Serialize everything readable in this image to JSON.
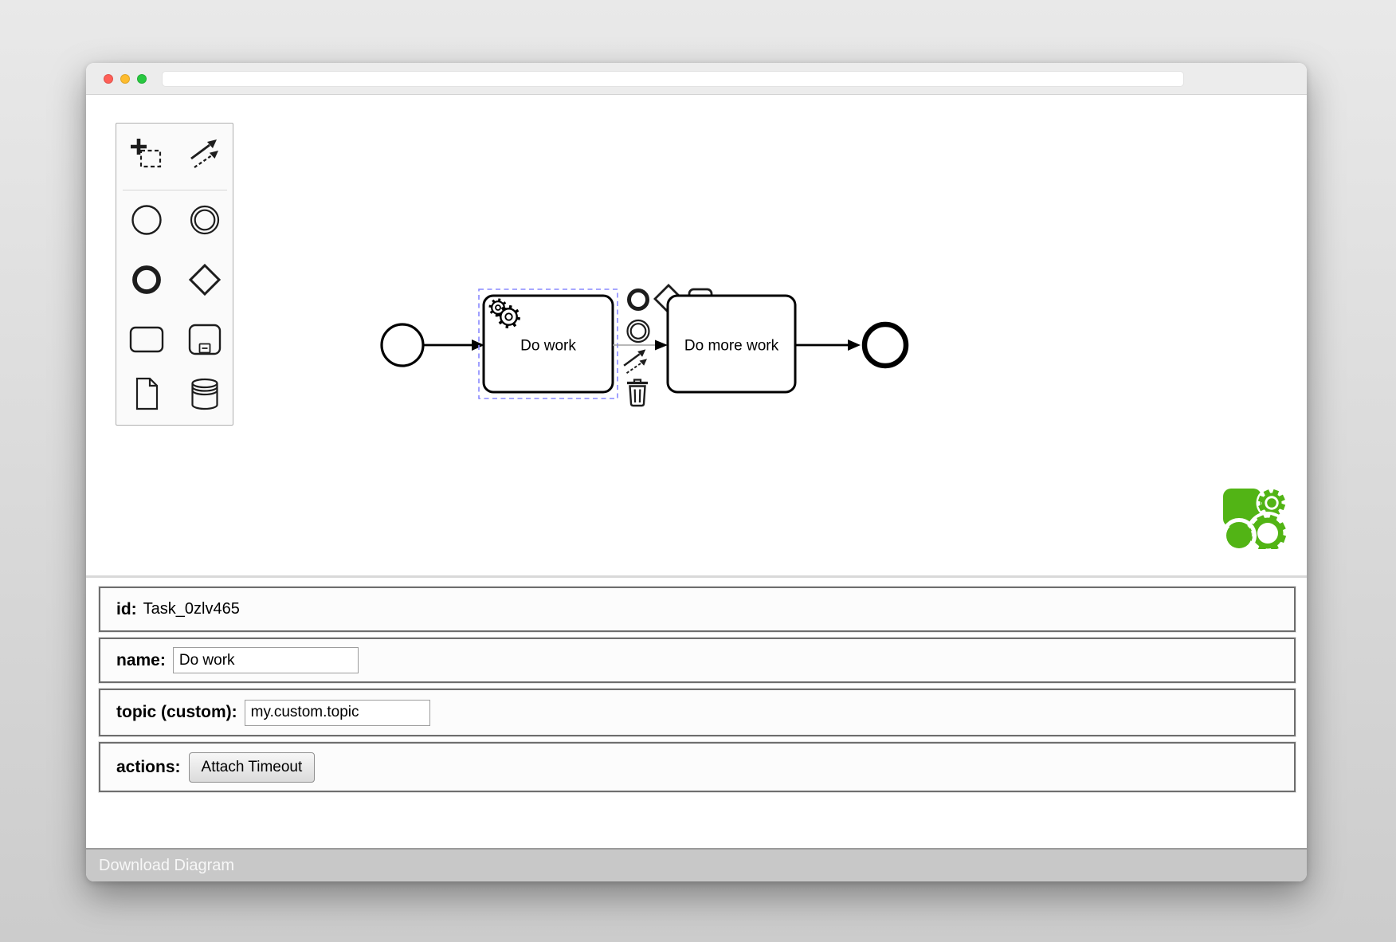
{
  "browser": {
    "address": ""
  },
  "palette": {
    "items": [
      {
        "icon": "lasso-tool-icon"
      },
      {
        "icon": "global-connect-icon"
      },
      {
        "icon": "start-event-icon"
      },
      {
        "icon": "intermediate-event-icon"
      },
      {
        "icon": "end-event-icon"
      },
      {
        "icon": "gateway-icon"
      },
      {
        "icon": "task-icon"
      },
      {
        "icon": "subprocess-icon"
      },
      {
        "icon": "data-object-icon"
      },
      {
        "icon": "data-store-icon"
      }
    ]
  },
  "diagram": {
    "nodes": {
      "task1_label": "Do work",
      "task2_label": "Do more work"
    },
    "context_pad": {
      "entries": [
        {
          "icon": "append-end-event-icon"
        },
        {
          "icon": "append-gateway-icon"
        },
        {
          "icon": "append-task-icon"
        },
        {
          "icon": "append-intermediate-event-icon"
        },
        {
          "icon": "connect-tool-icon"
        },
        {
          "icon": "delete-icon"
        }
      ]
    }
  },
  "properties": {
    "id": {
      "label": "id:",
      "value": "Task_0zlv465"
    },
    "name": {
      "label": "name:",
      "value": "Do work"
    },
    "topic": {
      "label": "topic (custom):",
      "value": "my.custom.topic"
    },
    "actions": {
      "label": "actions:",
      "button_label": "Attach Timeout"
    }
  },
  "footer": {
    "label": "Download Diagram"
  },
  "colors": {
    "selection_outline": "#8888ff",
    "logo_green": "#52b415",
    "traffic_close": "#ff5f57",
    "traffic_minimize": "#febc2e",
    "traffic_maximize": "#28c840"
  }
}
